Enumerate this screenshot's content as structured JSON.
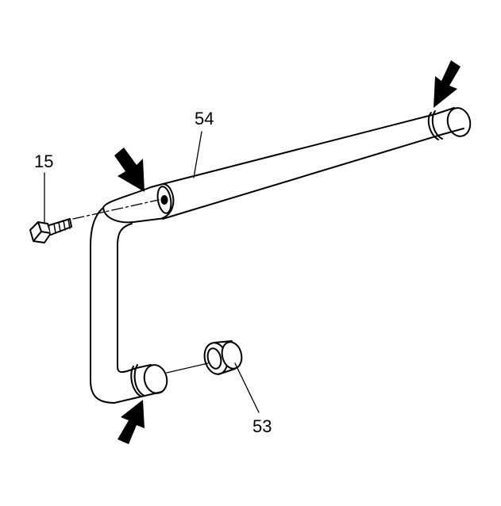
{
  "diagram": {
    "labels": {
      "bolt": "15",
      "pipe": "54",
      "seal": "53"
    },
    "colors": {
      "line": "#000000",
      "background": "#ffffff",
      "arrow": "#000000"
    },
    "icons": [
      "bolt-icon",
      "pipe-icon",
      "seal-ring-icon",
      "arrow-icon"
    ]
  }
}
